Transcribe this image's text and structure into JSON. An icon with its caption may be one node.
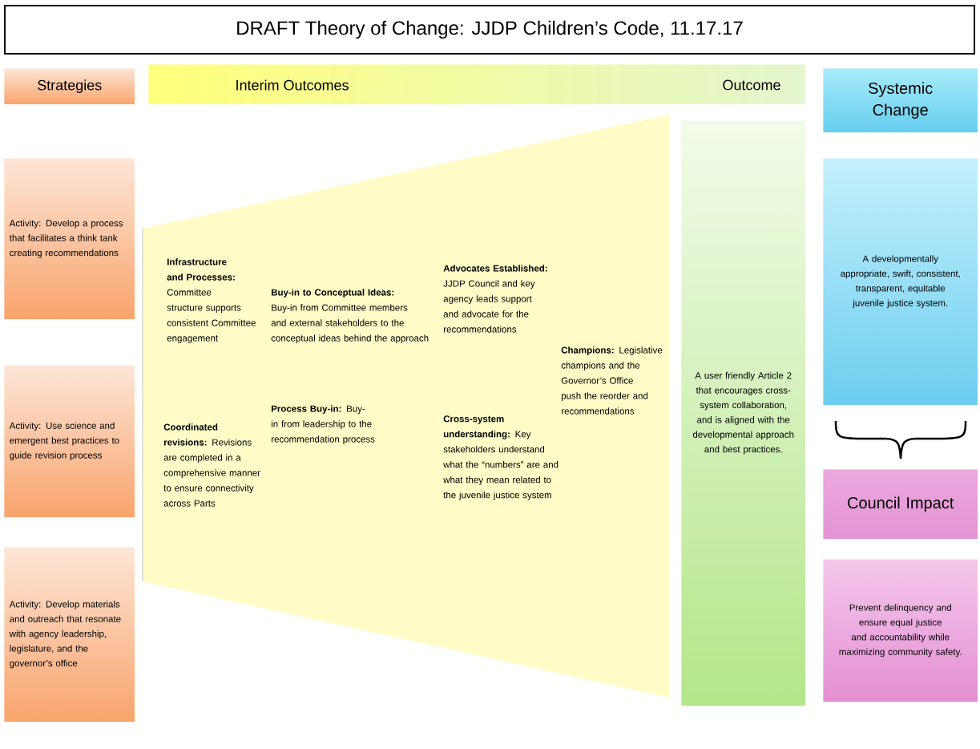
{
  "diagram": {
    "title": "DRAFT Theory of Change: JJDP Children’s Code, 11.17.17",
    "nodes": [
      {
        "text": [
          "Strategies"
        ]
      },
      {
        "text": [
          "Interim Outcomes",
          "Outcome"
        ]
      },
      {
        "text": [
          "Systemic Change"
        ]
      },
      {
        "text": [
          "Activity: Develop a process that facilitates a think tank creating recommendations"
        ]
      },
      {
        "text": [
          "Activity: Use science and emergent best practices to guide revision process"
        ]
      },
      {
        "text": [
          "Activity: Develop materials and outreach that resonate with agency leadership, legislature, and the governor’s office"
        ]
      },
      {
        "text": [
          "**Infrastructure and Processes:** Committee structure supports consistent Committee engagement",
          "**Coordinated revisions:** Revisions are completed in a comprehensive manner to ensure connectivity across Parts",
          "**Buy-in to Conceptual Ideas:** Buy-in from Committee members and external stakeholders to the conceptual ideas behind the approach",
          "**Process Buy-in:** Buy-in from leadership to the recommendation process",
          "**Advocates Established:** JJDP Council and key agency leads support and advocate for the recommendations",
          "**Cross-system understanding:** Key stakeholders understand what the “numbers” are and what they mean related to the juvenile justice system",
          "**Champions:** Legislative champions and the Governor’s Office push the reorder and recommendations"
        ]
      },
      {
        "text": [
          "A user friendly Article 2 that encourages cross-system collaboration, and is aligned with the developmental approach and best practices."
        ]
      },
      {
        "text": [
          "A developmentally appropriate, swift, consistent, transparent, equitable juvenile justice system."
        ]
      },
      {
        "text": [
          "Council Impact"
        ]
      },
      {
        "text": [
          "Prevent delinquency and ensure equal justice and accountability while maximizing community safety."
        ]
      }
    ]
  }
}
